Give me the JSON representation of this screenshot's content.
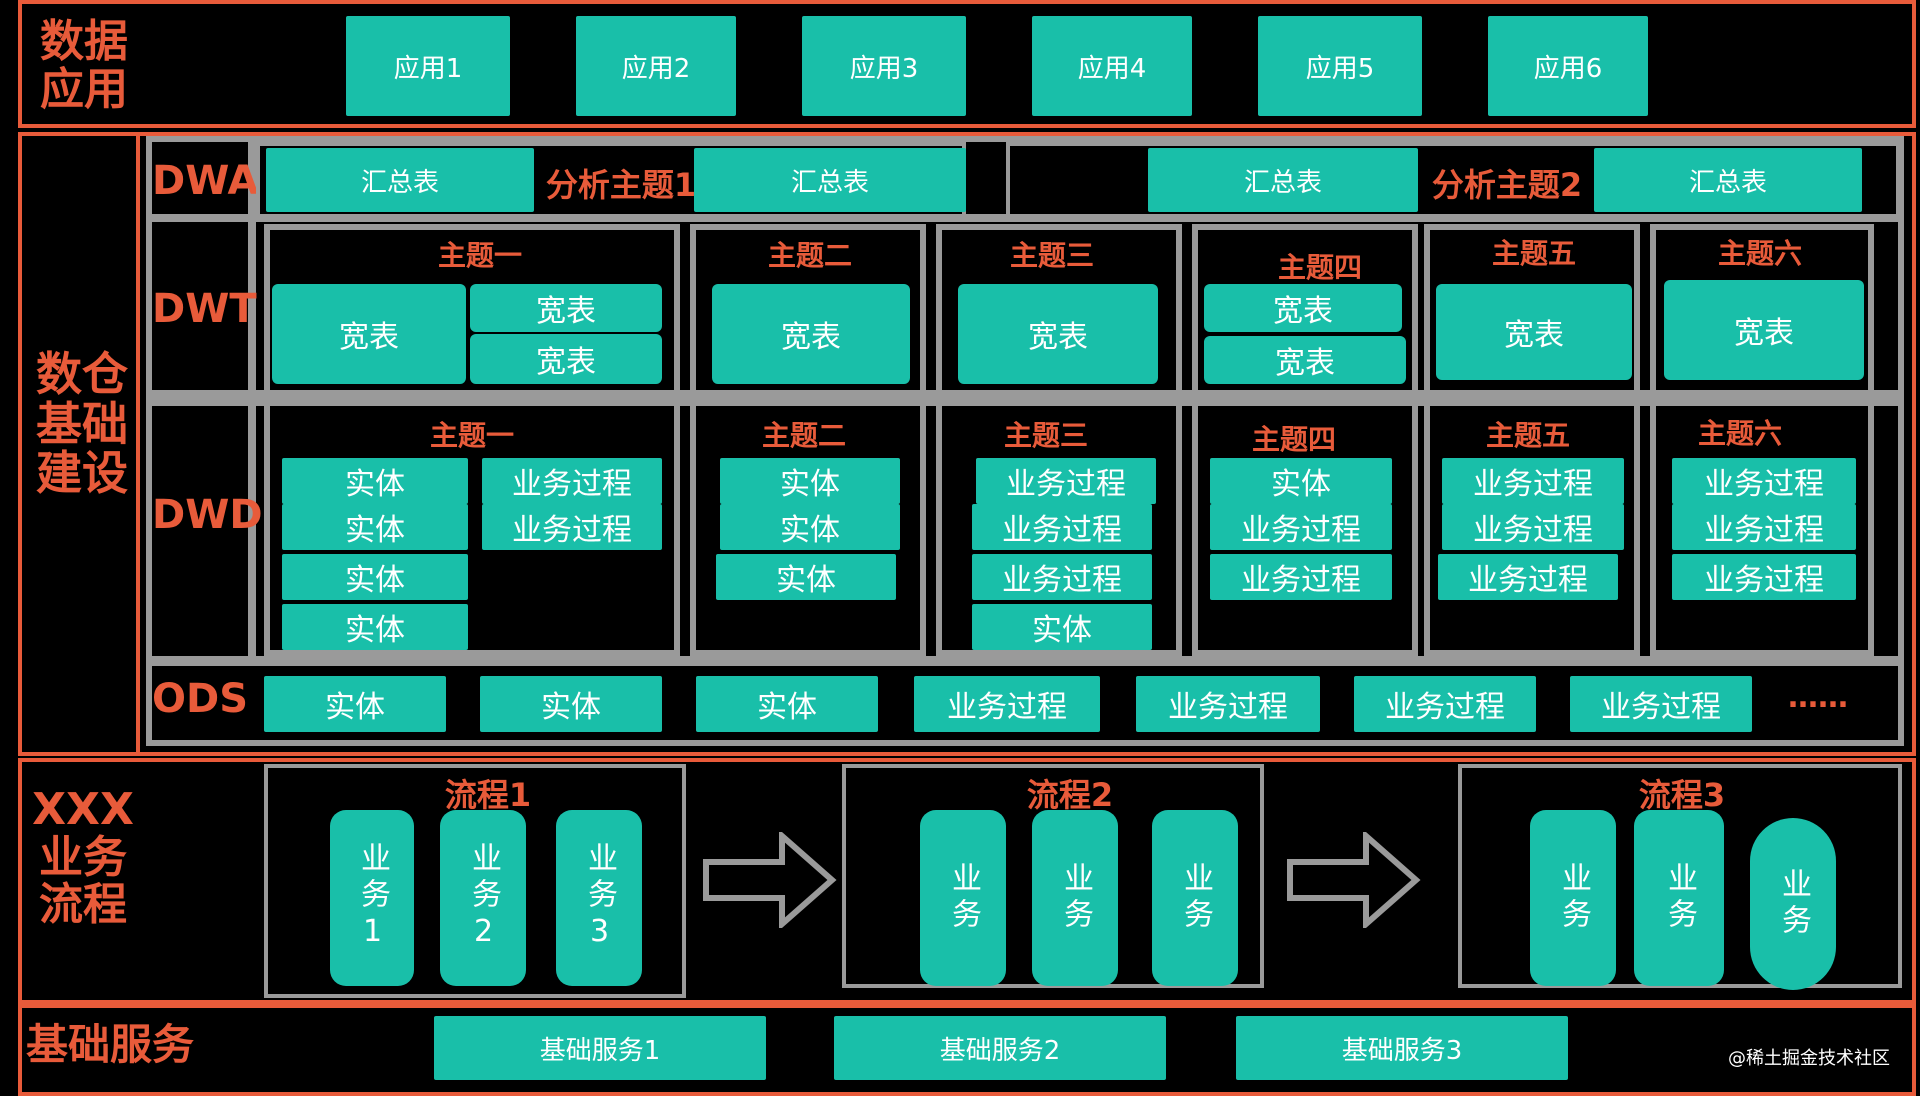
{
  "sections": {
    "data_app": {
      "label": "数据\n应用",
      "apps": [
        "应用1",
        "应用2",
        "应用3",
        "应用4",
        "应用5",
        "应用6"
      ]
    },
    "warehouse": {
      "label": "数仓\n基础\n建设"
    },
    "business": {
      "label": "XXX\n业务\n流程"
    },
    "base": {
      "label": "基础服务",
      "services": [
        "基础服务1",
        "基础服务2",
        "基础服务3"
      ]
    }
  },
  "layers": {
    "dwa": {
      "label": "DWA",
      "summary": "汇总表",
      "topic1": "分析主题1",
      "topic2": "分析主题2"
    },
    "dwt": {
      "label": "DWT",
      "wide": "宽表"
    },
    "dwd": {
      "label": "DWD",
      "entity": "实体",
      "process": "业务过程"
    },
    "ods": {
      "label": "ODS",
      "items": [
        "实体",
        "实体",
        "实体",
        "业务过程",
        "业务过程",
        "业务过程",
        "业务过程"
      ],
      "more": "……"
    }
  },
  "topics": [
    "主题一",
    "主题二",
    "主题三",
    "主题四",
    "主题五",
    "主题六"
  ],
  "flows": {
    "names": [
      "流程1",
      "流程2",
      "流程3"
    ],
    "flow1_items": [
      "业务1",
      "业务2",
      "业务3"
    ],
    "generic_item": "业务"
  },
  "watermark": "@稀土掘金技术社区",
  "colors": {
    "accent": "#e85b3a",
    "box": "#19bfa9",
    "frame": "#9a9a9a",
    "background": "#000000"
  }
}
